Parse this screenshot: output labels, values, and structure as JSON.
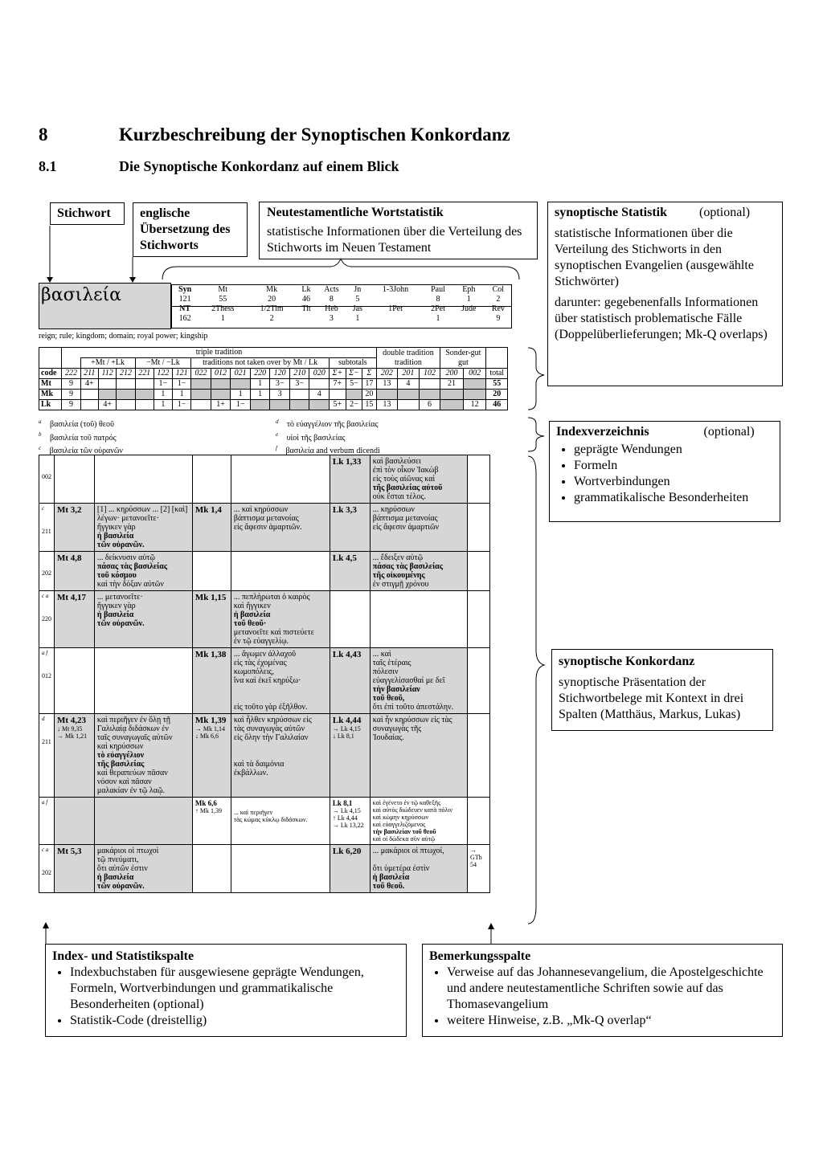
{
  "heading": {
    "num": "8",
    "title": "Kurzbeschreibung der Synoptischen Konkordanz"
  },
  "subheading": {
    "num": "8.1",
    "title": "Die Synoptische Konkordanz auf einem Blick"
  },
  "labels": {
    "stichwort": "Stichwort",
    "englisch": "englische Übersetzung des Stichworts",
    "nt_title": "Neutestamentliche Wortstatistik",
    "nt_text": "statistische Informationen über die Verteilung des Stichworts im Neuen Testament",
    "syn_title": "synoptische Statistik",
    "syn_opt": "(optional)",
    "syn_text1": "statistische Informationen über die Verteilung des Stichworts in den synoptischen Evangelien (ausgewählte Stichwörter)",
    "syn_text2": "darunter: gegebenenfalls Informationen über statistisch problematische Fälle (Doppelüberlieferungen; Mk-Q overlaps)",
    "idx_title": "Indexverzeichnis",
    "idx_opt": "(optional)",
    "idx_items": [
      "geprägte Wendungen",
      "Formeln",
      "Wortverbindungen",
      "grammatikalische Besonderheiten"
    ],
    "konk_title": "synoptische Konkordanz",
    "konk_text": "synoptische Präsentation der Stichwortbelege mit Kontext in drei Spalten (Matthäus, Markus, Lukas)",
    "isp_title": "Index- und Statistikspalte",
    "isp_items": [
      "Indexbuchstaben für ausgewiesene geprägte Wendungen, Formeln, Wortverbindungen und grammatikalische Besonderheiten (optional)",
      "Statistik-Code (dreistellig)"
    ],
    "bem_title": "Bemerkungsspalte",
    "bem_items": [
      "Verweise auf das Johannesevangelium, die Apostelgeschichte und andere neutestamentliche Schriften sowie auf das Thomasevangelium",
      "weitere Hinweise, z.B. „Mk-Q overlap“"
    ]
  },
  "entry": {
    "word": "βασιλεία",
    "gloss": "reign; rule; kingdom; domain; royal power; kingship",
    "nt_row1": {
      "heads": [
        "Syn",
        "Mt",
        "Mk",
        "Lk",
        "Acts",
        "Jn",
        "1-3John",
        "Paul",
        "Eph",
        "Col"
      ],
      "vals": [
        "121",
        "55",
        "20",
        "46",
        "8",
        "5",
        "",
        "8",
        "1",
        "2"
      ]
    },
    "nt_row2": {
      "heads": [
        "NT",
        "2Thess",
        "1/2Tim",
        "Tit",
        "Heb",
        "Jas",
        "1Pet",
        "2Pet",
        "Jude",
        "Rev"
      ],
      "vals": [
        "162",
        "1",
        "2",
        "",
        "3",
        "1",
        "",
        "1",
        "",
        "9"
      ]
    }
  },
  "syn_table": {
    "group_row": [
      "triple tradition",
      "double tradition",
      "Sonder-gut"
    ],
    "sub_row": [
      "+Mt / +Lk",
      "−Mt / −Lk",
      "traditions not taken over by Mt / Lk",
      "subtotals",
      "tradition",
      "gut"
    ],
    "codes": [
      "code",
      "222",
      "211",
      "112",
      "212",
      "221",
      "122",
      "121",
      "022",
      "012",
      "021",
      "220",
      "120",
      "210",
      "020",
      "Σ+",
      "Σ−",
      "Σ",
      "202",
      "201",
      "102",
      "200",
      "002",
      "total"
    ],
    "rows": [
      [
        "Mt",
        "9",
        "4+",
        "",
        "",
        "",
        "1−",
        "1−",
        "",
        "",
        "",
        "1",
        "3−",
        "3−",
        "",
        "7+",
        "5−",
        "17",
        "13",
        "4",
        "",
        "21",
        "",
        "55"
      ],
      [
        "Mk",
        "9",
        "",
        "",
        "",
        "",
        "1",
        "1",
        "",
        "",
        "1",
        "1",
        "3",
        "",
        "4",
        "",
        "",
        "20",
        "",
        "",
        "",
        "",
        "",
        "20"
      ],
      [
        "Lk",
        "9",
        "",
        "4+",
        "",
        "",
        "1",
        "1−",
        "",
        "1+",
        "1−",
        "",
        "",
        "",
        "",
        "5+",
        "2−",
        "15",
        "13",
        "",
        "6",
        "",
        "12",
        "46"
      ]
    ]
  },
  "footnotes": [
    {
      "k": "a",
      "t": "βασιλεία (τοῦ) θεοῦ"
    },
    {
      "k": "b",
      "t": "βασιλεία τοῦ πατρός"
    },
    {
      "k": "c",
      "t": "βασιλεία τῶν οὐρανῶν"
    },
    {
      "k": "d",
      "t": "τὸ εὐαγγέλιον τῆς βασιλείας"
    },
    {
      "k": "e",
      "t": "υἱοὶ τῆς βασιλείας"
    },
    {
      "k": "f",
      "t": "βασιλεία and verbum dicendi"
    }
  ],
  "conc_rows": [
    {
      "idx": "",
      "code": "002",
      "mt_ref": "",
      "mt": [],
      "mk_ref": "",
      "mk": [],
      "lk_ref": "Lk 1,33",
      "lk": [
        "καὶ βασιλεύσει",
        "ἐπὶ τὸν οἶκον Ἰακὼβ",
        "εἰς τοὺς αἰῶνας καὶ",
        "*τῆς βασιλείας αὐτοῦ",
        "οὐκ ἔσται τέλος."
      ],
      "rem": ""
    },
    {
      "idx": "c",
      "code": "211",
      "mt_ref": "Mt 3,2",
      "mt": [
        "[1] ... κηρύσσων ... [2] [καὶ]",
        "λέγων· μετανοεῖτε·",
        "ἤγγικεν γὰρ",
        "*ἡ βασιλεία",
        "*τῶν οὐρανῶν."
      ],
      "mk_ref": "Mk 1,4",
      "mk": [
        "... καὶ κηρύσσων",
        "βάπτισμα μετανοίας",
        "εἰς ἄφεσιν ἁμαρτιῶν."
      ],
      "lk_ref": "Lk 3,3",
      "lk": [
        "... κηρύσσων",
        "βάπτισμα μετανοίας",
        "εἰς ἄφεσιν ἁμαρτιῶν"
      ],
      "rem": ""
    },
    {
      "idx": "",
      "code": "202",
      "mt_ref": "Mt 4,8",
      "mt": [
        "... δείκνυσιν αὐτῷ",
        "*πάσας τὰς βασιλείας",
        "*τοῦ κόσμου",
        "καὶ τὴν δόξαν αὐτῶν"
      ],
      "mk_ref": "",
      "mk": [],
      "lk_ref": "Lk 4,5",
      "lk": [
        "... ἔδειξεν αὐτῷ",
        "*πάσας τὰς βασιλείας",
        "*τῆς οἰκουμένης",
        "ἐν στιγμῇ χρόνου"
      ],
      "rem": ""
    },
    {
      "idx": "c a",
      "code": "220",
      "mt_ref": "Mt 4,17",
      "mt": [
        "... μετανοεῖτε·",
        "ἤγγικεν γὰρ",
        "*ἡ βασιλεία",
        "*τῶν οὐρανῶν."
      ],
      "mk_ref": "Mk 1,15",
      "mk": [
        "... πεπλήρωται ὁ καιρὸς",
        "καὶ ἤγγικεν",
        "*ἡ βασιλεία",
        "*τοῦ θεοῦ·",
        "μετανοεῖτε καὶ πιστεύετε",
        "ἐν τῷ εὐαγγελίῳ."
      ],
      "lk_ref": "",
      "lk": [],
      "rem": ""
    },
    {
      "idx": "a f",
      "code": "012",
      "mt_ref": "",
      "mt": [],
      "mk_ref": "Mk 1,38",
      "mk": [
        "... ἄγωμεν ἀλλαχοῦ",
        "εἰς τὰς ἐχομένας",
        "κωμοπόλεις,",
        "ἵνα καὶ ἐκεῖ κηρύξω·",
        "",
        "",
        "εἰς τοῦτο γὰρ ἐξῆλθον."
      ],
      "lk_ref": "Lk 4,43",
      "lk": [
        "... καὶ",
        "ταῖς ἑτέραις",
        "πόλεσιν",
        "εὐαγγελίσασθαί με δεῖ",
        "*τὴν βασιλείαν",
        "*τοῦ θεοῦ,",
        "ὅτι ἐπὶ τοῦτο ἀπεστάλην."
      ],
      "rem": ""
    },
    {
      "idx": "d",
      "code": "211",
      "mt_ref": "Mt 4,23",
      "mt_sub": [
        "↓ Mt 9,35",
        "→ Mk 1,21"
      ],
      "mt": [
        "καὶ περιῆγεν ἐν ὅλῃ τῇ",
        "Γαλιλαίᾳ διδάσκων ἐν",
        "ταῖς συναγωγαῖς αὐτῶν",
        "καὶ κηρύσσων",
        "*τὸ εὐαγγέλιον",
        "*τῆς βασιλείας",
        "καὶ θεραπεύων πᾶσαν",
        "νόσον καὶ πᾶσαν",
        "μαλακίαν ἐν τῷ λαῷ."
      ],
      "mk_ref": "Mk 1,39",
      "mk_sub": [
        "→ Mk 1,14",
        "↓ Mk 6,6"
      ],
      "mk": [
        "καὶ ἦλθεν κηρύσσων εἰς",
        "τὰς συναγωγὰς αὐτῶν",
        "εἰς ὅλην τὴν Γαλιλαίαν",
        "",
        "",
        "καὶ τὰ δαιμόνια",
        "ἐκβάλλων."
      ],
      "lk_ref": "Lk 4,44",
      "lk_sub": [
        "→ Lk 4,15",
        "↓ Lk 8,1"
      ],
      "lk": [
        "καὶ ἦν κηρύσσων εἰς τὰς",
        "συναγωγὰς τῆς",
        "Ἰουδαίας."
      ],
      "rem": ""
    },
    {
      "idx": "c a",
      "code": "202",
      "mt_ref": "Mt 5,3",
      "mt": [
        "μακάριοι οἱ πτωχοὶ",
        "τῷ πνεύματι,",
        "ὅτι αὐτῶν ἐστιν",
        "*ἡ βασιλεία",
        "*τῶν οὐρανῶν."
      ],
      "mk_ref": "",
      "mk": [],
      "lk_ref": "Lk 6,20",
      "lk": [
        "... μακάριοι οἱ πτωχοί,",
        "",
        "ὅτι ὑμετέρα ἐστὶν",
        "*ἡ βασιλεία",
        "*τοῦ θεοῦ."
      ],
      "rem": "→ GTh 54"
    }
  ],
  "af_row": {
    "idx": "a f",
    "mk_ref": "Mk 6,6",
    "mk_sub": "↑ Mk 1,39",
    "mk": [
      "... καὶ περιῆγεν",
      "τὰς κώμας κύκλῳ διδάσκων."
    ],
    "lk_ref": "Lk 8,1",
    "lk_sub": [
      "→ Lk 4,15",
      "↑ Lk 4,44",
      "→ Lk 13,22"
    ],
    "lk": [
      "καὶ ἐγένετο ἐν τῷ καθεξῆς",
      "καὶ αὐτὸς διώδευεν κατὰ πόλιν",
      "καὶ κώμην κηρύσσων",
      "καὶ εὐαγγελιζόμενος",
      "*τὴν βασιλείαν τοῦ θεοῦ",
      "καὶ οἱ δώδεκα σὺν αὐτῷ"
    ]
  }
}
